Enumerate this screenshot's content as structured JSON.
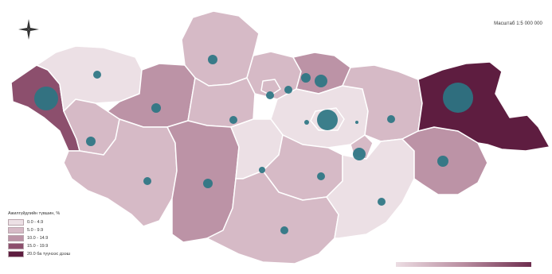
{
  "map": {
    "scale_text": "Масштаб 1:5 000 000",
    "compass_icon": "north-arrow-icon",
    "bubble_color": "#2b7583",
    "border_color": "#ffffff"
  },
  "legend": {
    "title": "Ажилгүйдлийн түвшин, %",
    "items": [
      {
        "label": "0.0 - 4.9",
        "color": "#ece0e5"
      },
      {
        "label": "5.0 - 9.9",
        "color": "#d6bac6"
      },
      {
        "label": "10.0 - 14.9",
        "color": "#bc93a6"
      },
      {
        "label": "15.0 - 19.9",
        "color": "#8c4f6d"
      },
      {
        "label": "20.0 ба түүнээс дээш",
        "color": "#5e1d40"
      }
    ]
  },
  "scale_bar": {
    "colors": [
      "#ecdde3",
      "#b98da0",
      "#6e2d4e"
    ]
  }
}
